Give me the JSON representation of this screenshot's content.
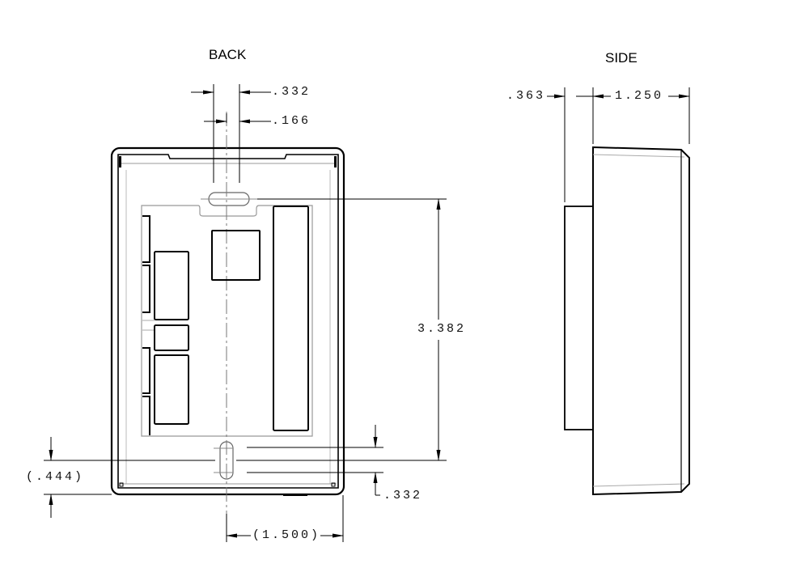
{
  "views": {
    "back": {
      "title": "BACK"
    },
    "side": {
      "title": "SIDE"
    }
  },
  "dimensions": {
    "back_slot_width": ".332",
    "back_slot_half": ".166",
    "back_slot_spacing": "3.382",
    "back_bottom_slot_length": ".332",
    "back_bottom_offset": "(.444)",
    "back_center_to_edge": "(1.500)",
    "side_mount_depth": ".363",
    "side_body_depth": "1.250"
  },
  "colors": {
    "line": "#000000",
    "hidden_line": "#9a9a9a",
    "background": "#ffffff"
  }
}
